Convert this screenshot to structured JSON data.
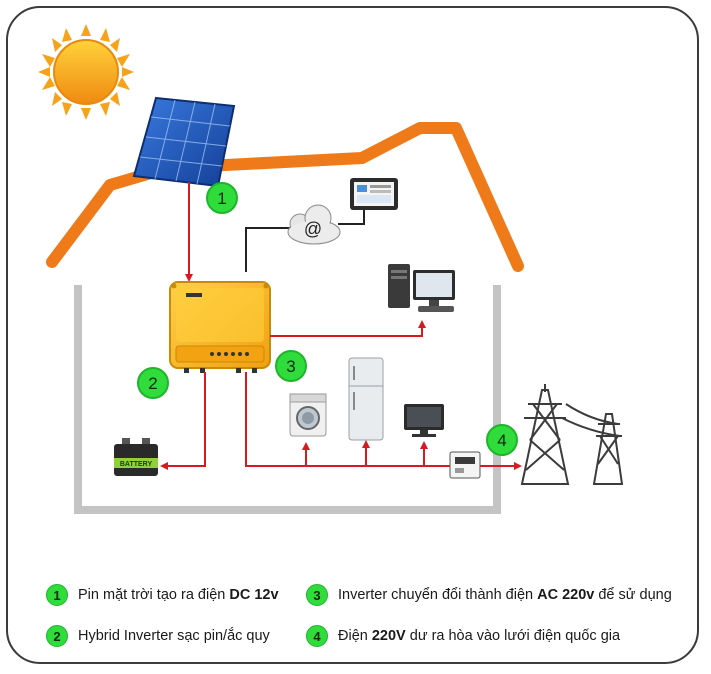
{
  "badges": {
    "b1": "1",
    "b2": "2",
    "b3": "3",
    "b4": "4"
  },
  "cloud": {
    "symbol": "@"
  },
  "battery": {
    "label": "BATTERY"
  },
  "legend": [
    {
      "number": "1",
      "pre": "Pin mặt trời tạo ra điện ",
      "bold": "DC 12v",
      "post": ""
    },
    {
      "number": "2",
      "pre": "Hybrid Inverter sạc pin/ắc quy",
      "bold": "",
      "post": ""
    },
    {
      "number": "3",
      "pre": "Inverter chuyển đổi thành điện ",
      "bold": "AC 220v",
      "post": " để sử dụng"
    },
    {
      "number": "4",
      "pre": "Điện ",
      "bold": "220V",
      "post": " dư ra hòa vào lưới điện quốc gia"
    }
  ],
  "colors": {
    "roof": "#ef7a1a",
    "wall": "#c4c4c4",
    "arrow": "#d71920",
    "inverter": "#f6b21c",
    "badge": "#2fdc3c",
    "panel": "#1c58b8",
    "sun": "#f7a21b"
  },
  "icons": [
    "sun-icon",
    "solar-panel-icon",
    "inverter-icon",
    "cloud-icon",
    "tablet-icon",
    "computer-icon",
    "washing-machine-icon",
    "fridge-icon",
    "tv-icon",
    "meter-icon",
    "battery-icon",
    "power-tower-icon"
  ]
}
